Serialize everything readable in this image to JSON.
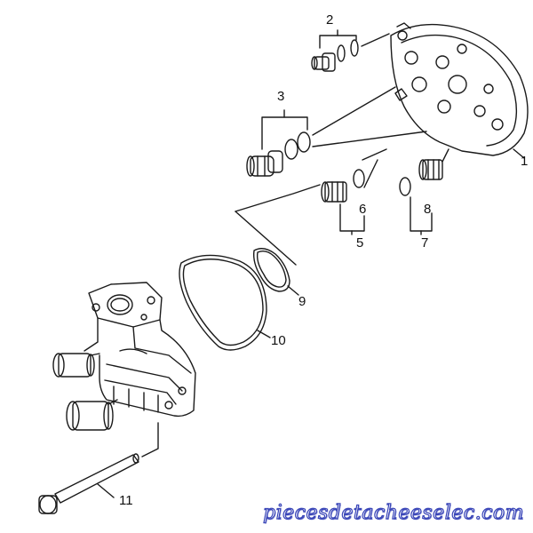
{
  "diagram": {
    "part_labels": [
      "1",
      "2",
      "3",
      "5",
      "6",
      "7",
      "8",
      "9",
      "10",
      "11"
    ],
    "watermark": "piecesdetacheeselec.com",
    "line_color": "#1a1a1a",
    "watermark_color": "#3a46b8"
  }
}
